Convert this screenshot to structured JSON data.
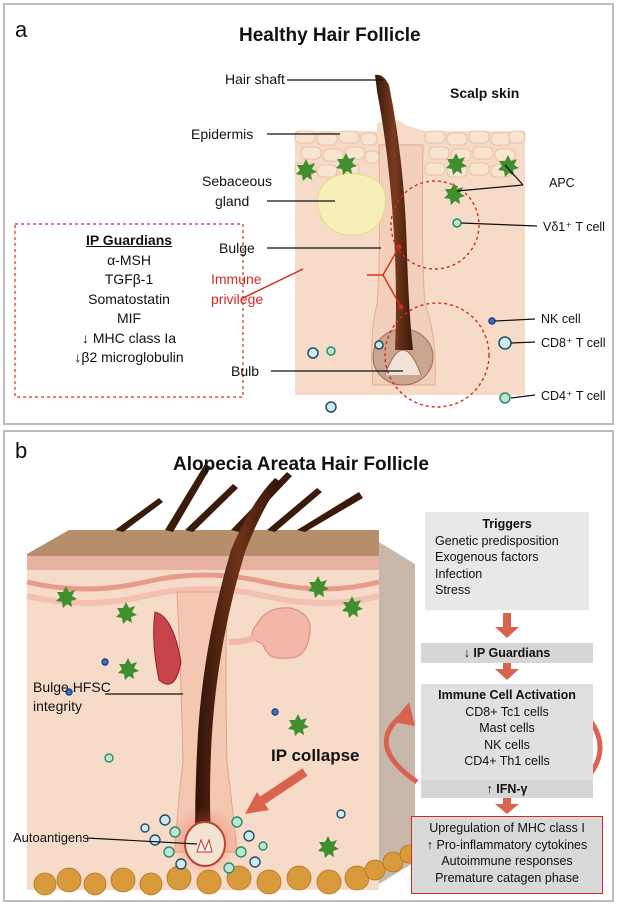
{
  "panel_a": {
    "letter": "a",
    "title": "Healthy Hair Follicle",
    "labels": {
      "hair_shaft": "Hair shaft",
      "scalp_skin": "Scalp skin",
      "epidermis": "Epidermis",
      "sebaceous_1": "Sebaceous",
      "sebaceous_2": "gland",
      "bulge": "Bulge",
      "immune_1": "Immune",
      "immune_2": "privilege",
      "bulb": "Bulb",
      "apc": "APC",
      "vd1_t_cell": "Vδ1⁺ T cell",
      "nk_cell": "NK cell",
      "cd8_t_cell": "CD8⁺ T cell",
      "cd4_t_cell": "CD4⁺ T cell"
    },
    "ip_guardians": {
      "heading": "IP Guardians",
      "items": [
        "α-MSH",
        "TGFβ-1",
        "Somatostatin",
        "MIF",
        "↓ MHC class Ia",
        "↓β2 microglobulin"
      ]
    }
  },
  "panel_b": {
    "letter": "b",
    "title": "Alopecia Areata Hair Follicle",
    "labels": {
      "bulge_hfsc_1": "Bulge HFSC",
      "bulge_hfsc_2": "integrity",
      "ip_collapse": "IP collapse",
      "autoantigens": "Autoantigens"
    },
    "triggers": {
      "heading": "Triggers",
      "items": [
        "Genetic predisposition",
        "Exogenous factors",
        "Infection",
        "Stress"
      ]
    },
    "ip_guardians_down": "↓ IP Guardians",
    "activation": {
      "heading": "Immune Cell Activation",
      "items": [
        "CD8+ Tc1 cells",
        "Mast cells",
        "NK cells",
        "CD4+ Th1 cells"
      ]
    },
    "ifn": "↑ IFN-γ",
    "outcomes": [
      "Upregulation of MHC class I",
      "↑ Pro-inflammatory cytokines",
      "Autoimmune responses",
      "Premature catagen phase"
    ]
  },
  "colors": {
    "skin": "#f6dcc8",
    "skin_edge": "#e8b79c",
    "hair": "#5a2a16",
    "immune_red": "#d42a1e",
    "box_grey": "#e4e4e4",
    "box_grey_dark": "#cfcfcf",
    "outcome_fill": "#d9d9d9",
    "green_cell": "#3f8f2f",
    "sebaceous": "#f6f0b6"
  }
}
